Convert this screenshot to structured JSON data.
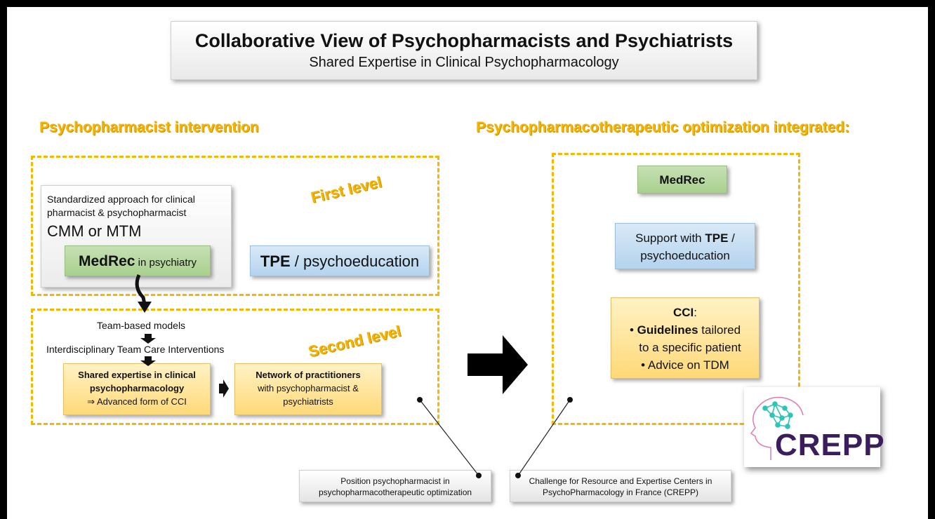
{
  "title": {
    "main": "Collaborative View of Psychopharmacists and Psychiatrists",
    "subtitle": "Shared Expertise in Clinical Psychopharmacology"
  },
  "left": {
    "heading": "Psychopharmacist intervention",
    "first_level": {
      "tag": "First level",
      "standardized_line1": "Standardized approach for clinical",
      "standardized_line2": "pharmacist & psychopharmacist",
      "cmm_mtm": "CMM or MTM",
      "medrec_bold": "MedRec",
      "medrec_rest": " in psychiatry",
      "tpe_bold": "TPE",
      "tpe_rest": " / psychoeducation"
    },
    "second_level": {
      "tag": "Second level",
      "team_models": "Team-based models",
      "interdisciplinary": "Interdisciplinary Team Care Interventions",
      "shared_line1": "Shared expertise in clinical",
      "shared_line2": "psychopharmacology",
      "shared_line3": "⇒ Advanced form of CCI",
      "network_line1": "Network of practitioners",
      "network_line2": "with psychopharmacist &",
      "network_line3": "psychiatrists"
    }
  },
  "right": {
    "heading": "Psychopharmacotherapeutic optimization integrated:",
    "medrec": "MedRec",
    "support_prefix": "Support with ",
    "support_bold": "TPE",
    "support_suffix": " /",
    "support_line2": "psychoeducation",
    "cci_title": "CCI",
    "cci_colon": ":",
    "cci_bullet1_bold": "Guidelines",
    "cci_bullet1_rest": " tailored",
    "cci_bullet1_line2": "to a specific patient",
    "cci_bullet2": "Advice on TDM"
  },
  "notes": {
    "position_line1": "Position psychopharmacist in",
    "position_line2": "psychopharmacotherapeutic optimization",
    "challenge_line1": "Challenge for Resource and Expertise Centers in",
    "challenge_line2": "PsychoPharmacology in France (CREPP)"
  },
  "logo": {
    "text": "CREPP",
    "text_color": "#3b1d5e",
    "head_color": "#e07bb5",
    "network_color": "#2ec4b6"
  },
  "colors": {
    "accent_orange": "#f4b400",
    "green": "#a9d08e",
    "blue": "#b4d3ee",
    "yellow": "#ffd978"
  }
}
